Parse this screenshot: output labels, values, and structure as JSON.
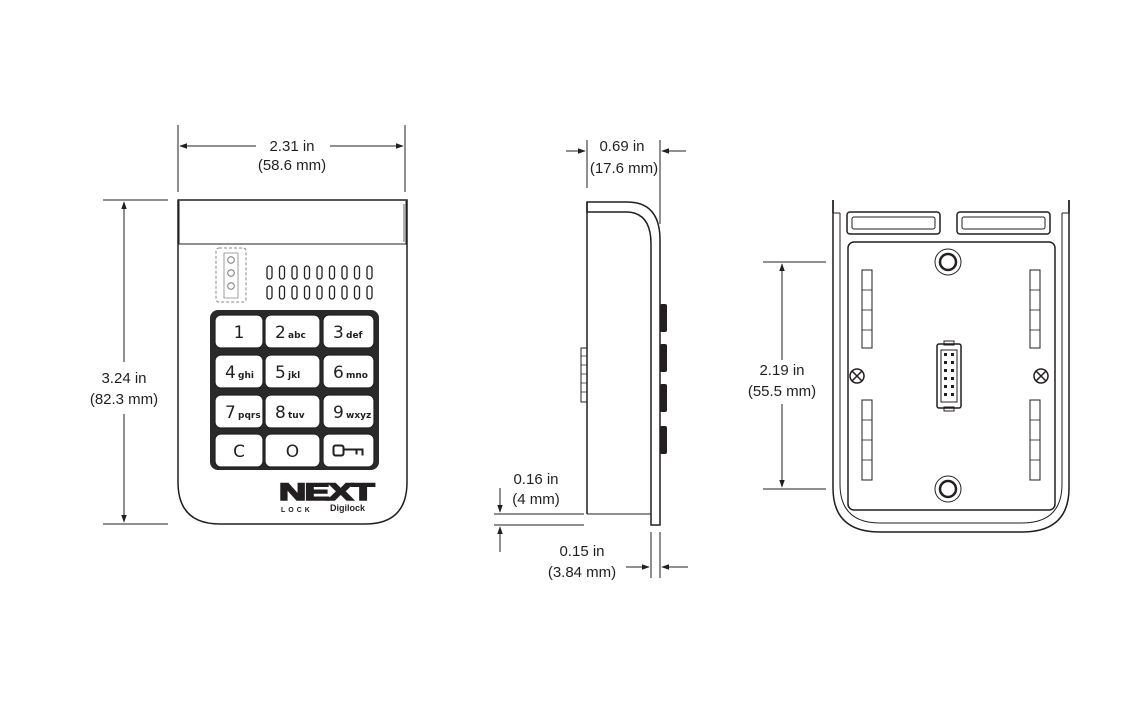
{
  "dimensions": {
    "front_width": {
      "in": "2.31 in",
      "mm": "(58.6 mm)"
    },
    "front_height": {
      "in": "3.24 in",
      "mm": "(82.3 mm)"
    },
    "side_depth": {
      "in": "0.69 in",
      "mm": "(17.6 mm)"
    },
    "side_base": {
      "in": "0.16 in",
      "mm": "(4 mm)"
    },
    "side_bottom": {
      "in": "0.15 in",
      "mm": "(3.84 mm)"
    },
    "back_hole_spacing": {
      "in": "2.19 in",
      "mm": "(55.5 mm)"
    }
  },
  "keypad": {
    "keys": [
      {
        "main": "1",
        "sub": ""
      },
      {
        "main": "2",
        "sub": "abc"
      },
      {
        "main": "3",
        "sub": "def"
      },
      {
        "main": "4",
        "sub": "ghi"
      },
      {
        "main": "5",
        "sub": "jkl"
      },
      {
        "main": "6",
        "sub": "mno"
      },
      {
        "main": "7",
        "sub": "pqrs"
      },
      {
        "main": "8",
        "sub": "tuv"
      },
      {
        "main": "9",
        "sub": "wxyz"
      },
      {
        "main": "C",
        "sub": ""
      },
      {
        "main": "O",
        "sub": ""
      },
      {
        "main": "",
        "sub": "",
        "icon": "key-icon"
      }
    ]
  },
  "branding": {
    "logo_main": "NEXT",
    "logo_sub": "LOCK",
    "partner": "Digilock"
  },
  "colors": {
    "stroke": "#231f20",
    "background": "#ffffff",
    "key_fill": "#ffffff"
  }
}
